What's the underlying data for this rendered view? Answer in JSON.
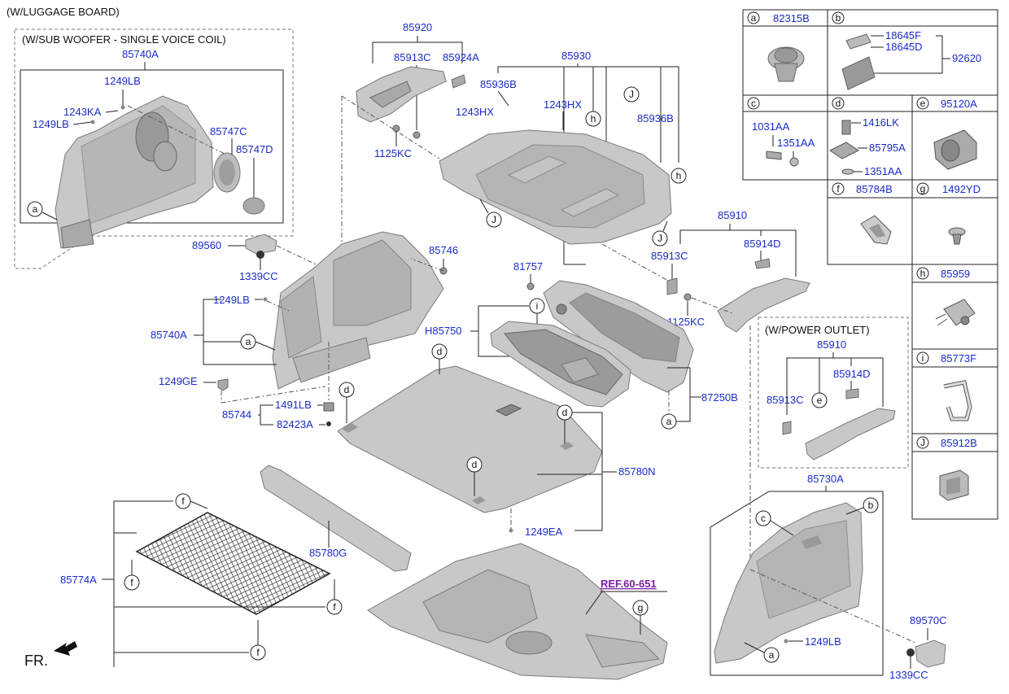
{
  "header": {
    "title": "(W/LUGGAGE BOARD)",
    "subwoofer_title": "(W/SUB WOOFER - SINGLE VOICE COIL)",
    "power_outlet_title": "(W/POWER OUTLET)",
    "front_label": "FR.",
    "reference": "REF.60-651"
  },
  "part_numbers": {
    "sw_85740A": "85740A",
    "sw_1249LB_a": "1249LB",
    "sw_1243KA": "1243KA",
    "sw_1249LB_b": "1249LB",
    "sw_85747C": "85747C",
    "sw_85747D": "85747D",
    "p85920": "85920",
    "p85913C_top": "85913C",
    "p85924A": "85924A",
    "p1125KC_top": "1125KC",
    "p85930": "85930",
    "p85936B_a": "85936B",
    "p1243HX_a": "1243HX",
    "p1243HX_b": "1243HX",
    "p85936B_b": "85936B",
    "p89560": "89560",
    "p1339CC_a": "1339CC",
    "p85746": "85746",
    "p1249LB_main": "1249LB",
    "p85740A_main": "85740A",
    "p1249GE": "1249GE",
    "p85744": "85744",
    "p1491LB": "1491LB",
    "p82423A": "82423A",
    "p85910_main": "85910",
    "p85913C_main": "85913C",
    "p85914D_main": "85914D",
    "p1125KC_main": "1125KC",
    "p81757": "81757",
    "pH85750": "H85750",
    "p87250B": "87250B",
    "p85780N": "85780N",
    "p1249EA": "1249EA",
    "p85780G": "85780G",
    "p85774A": "85774A",
    "po_85910": "85910",
    "po_85914D": "85914D",
    "po_85913C": "85913C",
    "p85730A": "85730A",
    "p1249LB_right": "1249LB",
    "p89570C": "89570C",
    "p1339CC_b": "1339CC"
  },
  "legend": {
    "a": {
      "letter": "a",
      "parts": [
        "82315B"
      ]
    },
    "b": {
      "letter": "b",
      "parts": [
        "18645F",
        "18645D",
        "92620"
      ]
    },
    "c": {
      "letter": "c",
      "parts": [
        "1031AA",
        "1351AA"
      ]
    },
    "d": {
      "letter": "d",
      "parts": [
        "1416LK",
        "85795A",
        "1351AA"
      ]
    },
    "e": {
      "letter": "e",
      "parts": [
        "95120A"
      ]
    },
    "f": {
      "letter": "f",
      "parts": [
        "85784B"
      ]
    },
    "g": {
      "letter": "g",
      "parts": [
        "1492YD"
      ]
    },
    "h": {
      "letter": "h",
      "parts": [
        "85959"
      ]
    },
    "i": {
      "letter": "i",
      "parts": [
        "85773F"
      ]
    },
    "J": {
      "letter": "J",
      "parts": [
        "85912B"
      ]
    }
  },
  "callouts": {
    "a": "a",
    "b": "b",
    "c": "c",
    "d": "d",
    "e": "e",
    "f": "f",
    "g": "g",
    "h": "h",
    "i": "i",
    "J": "J"
  },
  "colors": {
    "part_number": "#1a2bc8",
    "reference": "#7a1fa2",
    "part_fill": "#c8c8c8"
  }
}
